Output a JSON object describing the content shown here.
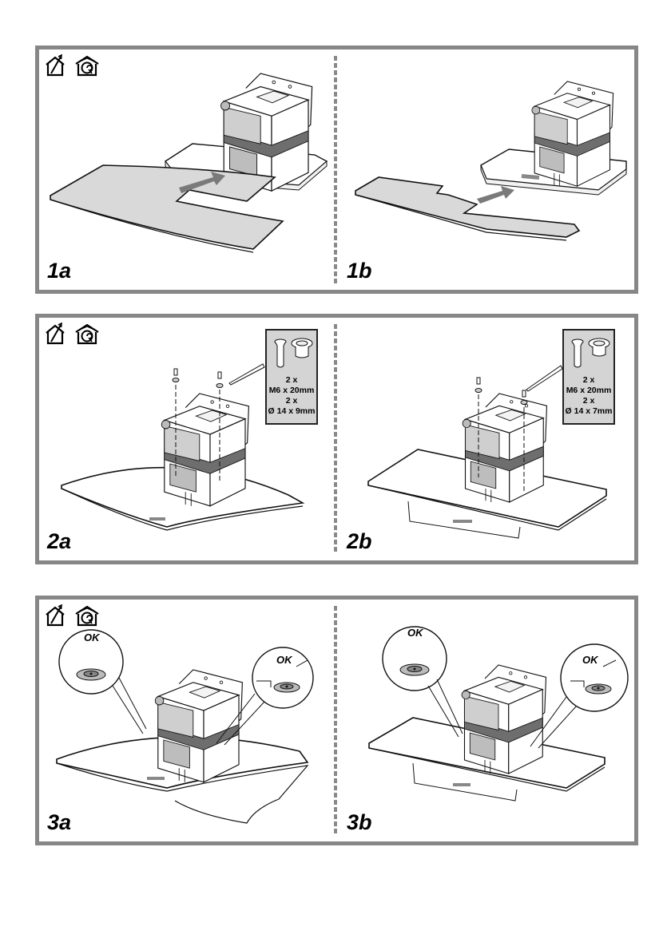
{
  "document": {
    "type": "installation-instructions",
    "mode_icons": [
      {
        "name": "ducted-extraction-icon",
        "meaning": "exhaust air mode"
      },
      {
        "name": "recirculation-icon",
        "meaning": "recirculating air mode"
      }
    ]
  },
  "panels": [
    {
      "id": "step-1",
      "steps": [
        {
          "label": "1a",
          "illustration": "curved glass canopy slid onto hood base, arrow indicating direction"
        },
        {
          "label": "1b",
          "illustration": "flat rectangular glass canopy with cut-out slid onto hood base, arrow indicating direction"
        }
      ]
    },
    {
      "id": "step-2",
      "steps": [
        {
          "label": "2a",
          "illustration": "two screws with spacers fastened through canopy (curved)",
          "callout": {
            "screw_qty": "2 x",
            "screw_size": "M6 x 20mm",
            "spacer_qty": "2 x",
            "spacer_size": "Ø 14 x 9mm"
          }
        },
        {
          "label": "2b",
          "illustration": "two screws with spacers fastened through canopy (flat)",
          "callout": {
            "screw_qty": "2 x",
            "screw_size": "M6 x 20mm",
            "spacer_qty": "2 x",
            "spacer_size": "Ø 14 x 7mm"
          }
        }
      ]
    },
    {
      "id": "step-3",
      "steps": [
        {
          "label": "3a",
          "illustration": "spacers correctly seated on curved canopy",
          "ok_left": "OK",
          "ok_right": "OK"
        },
        {
          "label": "3b",
          "illustration": "spacers correctly seated on flat canopy",
          "ok_left": "OK",
          "ok_right": "OK"
        }
      ]
    }
  ],
  "colors": {
    "frame": "#878787",
    "glass": "#d9d9d9",
    "band": "#6e6e6e",
    "arrow": "#7a7a7a",
    "callout_bg": "#d4d4d4"
  }
}
